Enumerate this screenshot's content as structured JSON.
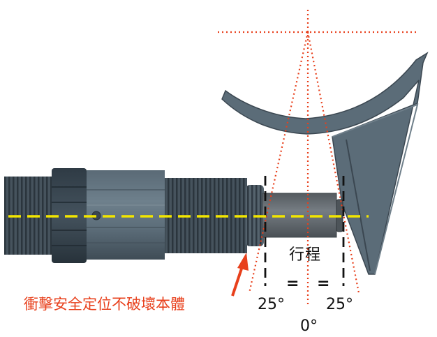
{
  "labels": {
    "callout": "衝擊安全定位不破壞本體",
    "stroke": "行程",
    "equal_left": "=",
    "equal_right": "=",
    "angle_left": "25°",
    "angle_right": "25°",
    "angle_center": "0°"
  },
  "colors": {
    "callout_text": "#e8401c",
    "arrow": "#e8401c",
    "dotted_lines": "#e8401c",
    "center_line": "#f2e600",
    "body_text": "#111111",
    "plunger_gray": "#6d7378",
    "hex_nut": "#3c4a55",
    "sensor_body": "#5c6d79",
    "thread": "#3a4650",
    "striker": "#5b6c78"
  }
}
